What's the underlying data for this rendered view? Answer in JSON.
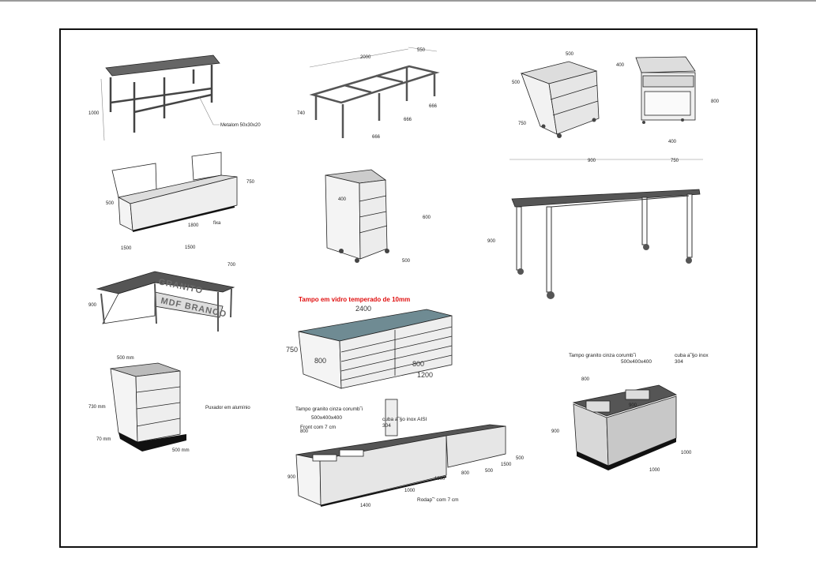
{
  "colors": {
    "frame": "#111111",
    "top_dark": "#555555",
    "glass_top": "#6f8b93",
    "panel": "#e8e8e8",
    "title_red": "#e01010"
  },
  "items": {
    "metal_table": {
      "height": "1000",
      "material": "Metalom 50x30x20"
    },
    "frame_bench": {
      "length": "2000",
      "depth": "550",
      "height": "740",
      "span_a": "666",
      "span_b": "666",
      "span_c": "666"
    },
    "rolling_drawers": {
      "width": "500",
      "depth": "500",
      "height": "750"
    },
    "small_cabinet": {
      "top": "400",
      "height": "800",
      "width": "400"
    },
    "long_table": {
      "length": "900",
      "depth": "750",
      "height": "900"
    },
    "lid_bench": {
      "height": "750",
      "depth": "500",
      "length": "1800",
      "note": "fixa"
    },
    "drawer_unit": {
      "depth": "400",
      "height": "600",
      "width": "500"
    },
    "l_table": {
      "side_a": "1500",
      "side_b": "1500",
      "depth": "700",
      "height": "900",
      "top_label": "GRANITO",
      "shelf_label": "MDF BRANCO"
    },
    "glass_island": {
      "title": "Tampo em vidro temperado de 10mm",
      "length": "2400",
      "height": "750",
      "depth": "800",
      "module": "800",
      "width": "1200"
    },
    "drawer_cabinet": {
      "depth": "500 mm",
      "height": "730 mm",
      "handle": "Puxador em alumínio",
      "plinth": "70 mm",
      "width": "500 mm"
    },
    "kitchen": {
      "top": "Tampo granito cinza corumb˜i",
      "sink_size": "500x400x400",
      "front": "Front com 7 cm",
      "sink": "cuba a˜§o inox AISI",
      "sink_grade": "304",
      "depth": "800",
      "height": "900",
      "len_a": "1400",
      "len_b": "1000",
      "len_c": "1000",
      "len_d": "800",
      "len_e": "500",
      "len_f": "1500",
      "len_g": "500",
      "plinth": "Rodap˜' com 7 cm"
    },
    "sink_cabinet": {
      "top": "Tampo granito cinza corumb˜i",
      "sink_size": "500x400x400",
      "sink": "cuba a˜§o inox",
      "sink_grade": "304",
      "depth": "800",
      "inner": "900",
      "height": "900",
      "len_a": "1000",
      "len_b": "1000"
    }
  }
}
